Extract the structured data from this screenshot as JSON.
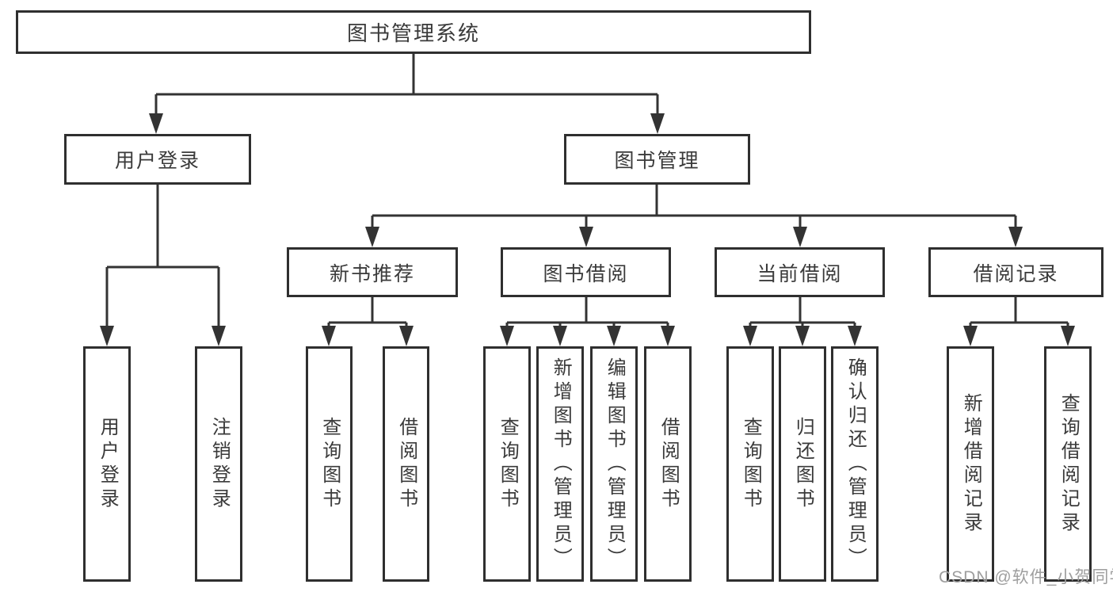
{
  "tree": {
    "root": {
      "label": "图书管理系统"
    },
    "branches": [
      {
        "label": "用户登录",
        "leaves": [
          "用户登录",
          "注销登录"
        ]
      },
      {
        "label": "图书管理",
        "groups": [
          {
            "label": "新书推荐",
            "leaves": [
              "查询图书",
              "借阅图书"
            ]
          },
          {
            "label": "图书借阅",
            "leaves": [
              "查询图书",
              "新增图书（管理员）",
              "编辑图书（管理员）",
              "借阅图书"
            ]
          },
          {
            "label": "当前借阅",
            "leaves": [
              "查询图书",
              "归还图书",
              "确认归还（管理员）"
            ]
          },
          {
            "label": "借阅记录",
            "leaves": [
              "新增借阅记录",
              "查询借阅记录"
            ]
          }
        ]
      }
    ]
  },
  "watermark": {
    "text": "CSDN @软件_小贺同学"
  },
  "colors": {
    "line": "#333333",
    "border": "#2f2f2f",
    "text": "#3a3a3a",
    "watermark": "#9e9e9e",
    "background": "#ffffff"
  }
}
